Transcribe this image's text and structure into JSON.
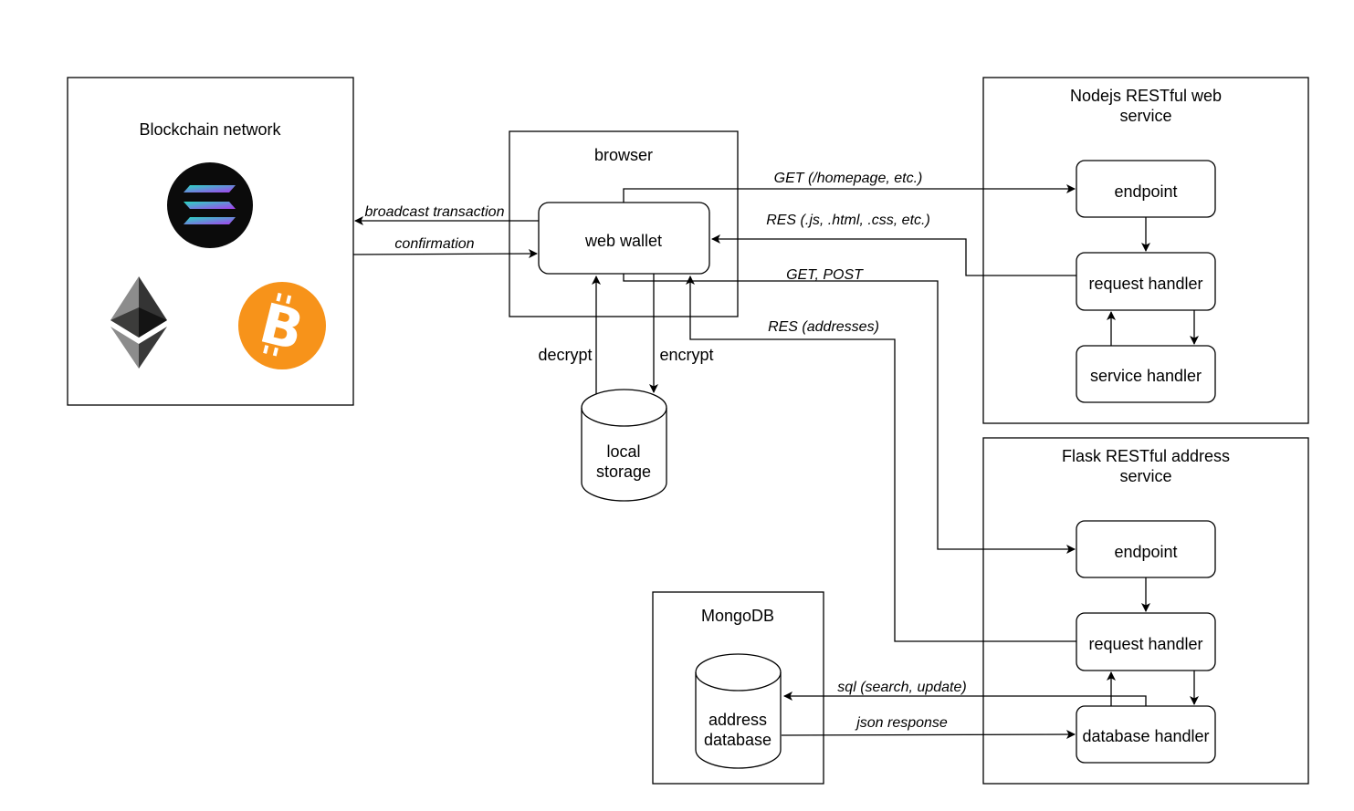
{
  "containers": {
    "blockchain": {
      "title": "Blockchain network"
    },
    "browser": {
      "title": "browser"
    },
    "nodejs": {
      "title_line1": "Nodejs RESTful web",
      "title_line2": "service"
    },
    "flask": {
      "title_line1": "Flask RESTful address",
      "title_line2": "service"
    },
    "mongodb": {
      "title": "MongoDB"
    }
  },
  "nodes": {
    "web_wallet": "web wallet",
    "local_storage_line1": "local",
    "local_storage_line2": "storage",
    "node_endpoint": "endpoint",
    "node_request_handler": "request handler",
    "node_service_handler": "service handler",
    "flask_endpoint": "endpoint",
    "flask_request_handler": "request handler",
    "flask_database_handler": "database handler",
    "address_db_line1": "address",
    "address_db_line2": "database"
  },
  "edges": {
    "broadcast": "broadcast transaction",
    "confirmation": "confirmation",
    "get_homepage": "GET (/homepage, etc.)",
    "res_static": "RES (.js, .html, .css, etc.)",
    "get_post": "GET, POST",
    "res_addresses": "RES (addresses)",
    "decrypt": "decrypt",
    "encrypt": "encrypt",
    "sql": "sql (search, update)",
    "json_response": "json response"
  },
  "icons": {
    "solana": {
      "name": "solana-icon",
      "bg": "#0b0b0b",
      "gradient_from": "#27d9c2",
      "gradient_to": "#a83ef0"
    },
    "ethereum": {
      "name": "ethereum-icon",
      "colors": [
        "#343434",
        "#8c8c8c",
        "#3c3c3b",
        "#141414",
        "#393939"
      ]
    },
    "bitcoin": {
      "name": "bitcoin-icon",
      "bg": "#f7931a",
      "fg": "#ffffff"
    }
  }
}
